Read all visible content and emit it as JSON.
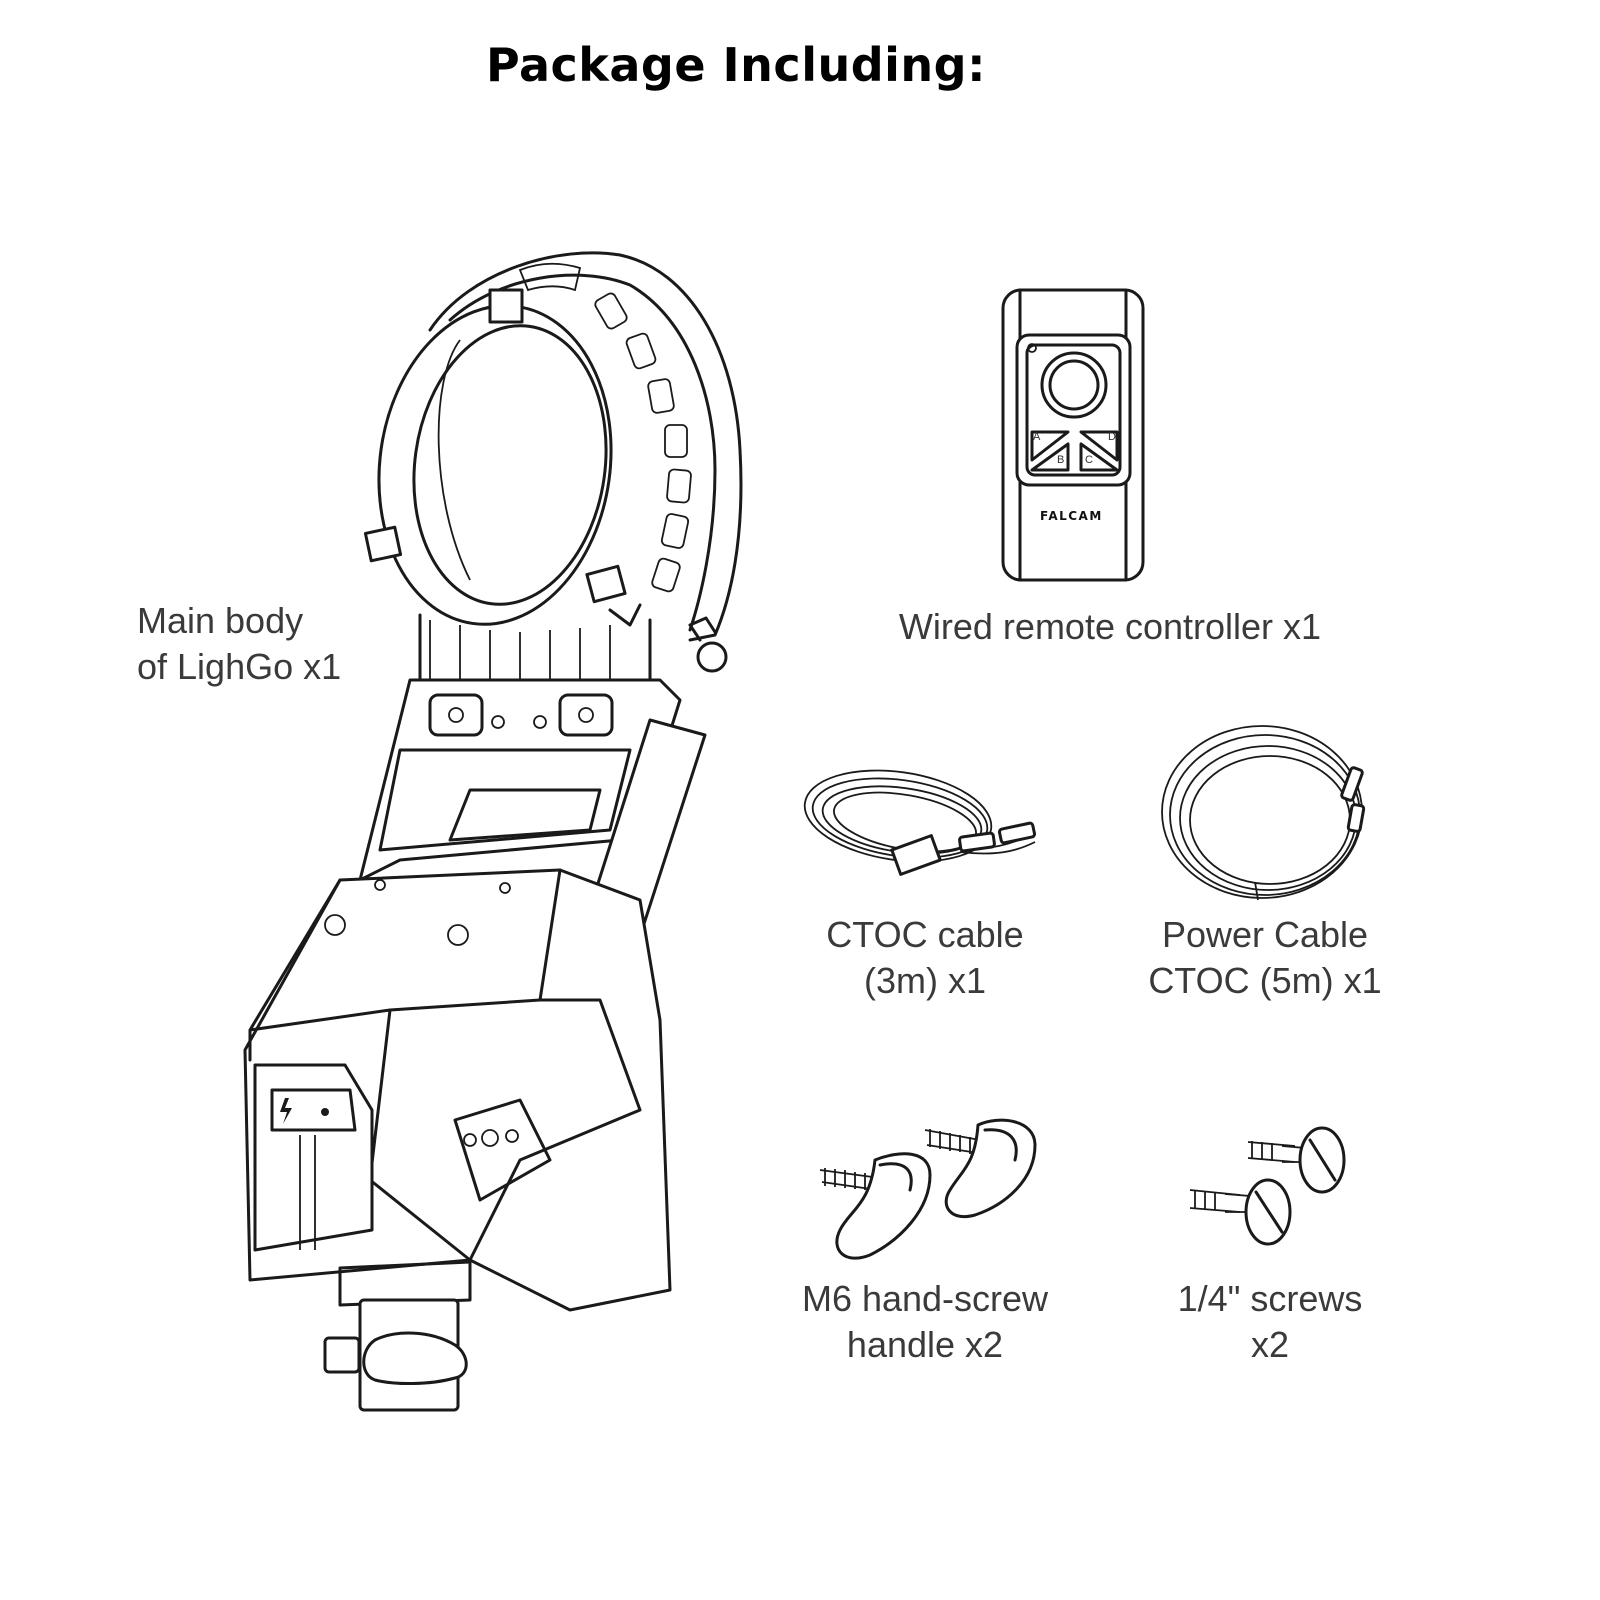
{
  "heading": "Package Including:",
  "brand_mark": "FALCAM",
  "remote_buttons": [
    "A",
    "B",
    "C",
    "D"
  ],
  "items": [
    {
      "line1": "Main body",
      "line2": "of LighGo x1",
      "icon": "lighgo-main-body-icon"
    },
    {
      "line1": "Wired remote controller x1",
      "line2": "",
      "icon": "wired-remote-controller-icon"
    },
    {
      "line1": "CTOC cable",
      "line2": "(3m) x1",
      "icon": "ctoc-cable-icon"
    },
    {
      "line1": "Power Cable",
      "line2": "CTOC (5m) x1",
      "icon": "power-cable-icon"
    },
    {
      "line1": "M6 hand-screw",
      "line2": "handle x2",
      "icon": "hand-screw-handle-icon"
    },
    {
      "line1": "1/4\" screws",
      "line2": "x2",
      "icon": "quarter-inch-screws-icon"
    }
  ]
}
